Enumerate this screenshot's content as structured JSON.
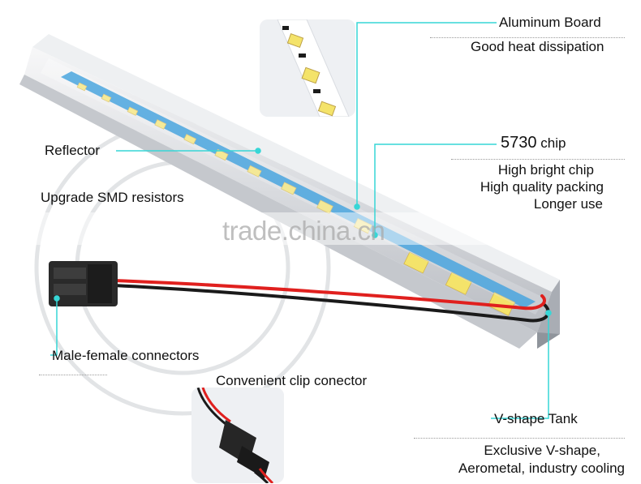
{
  "labels": {
    "aluminum_board": "Aluminum Board",
    "good_heat": "Good heat dissipation",
    "reflector": "Reflector",
    "chip_number": "5730",
    "chip_word": "chip",
    "high_bright": "High bright chip",
    "high_quality": "High quality packing",
    "longer_use": "Longer use",
    "upgrade_smd": "Upgrade SMD resistors",
    "male_female": "Male-female connectors",
    "clip_connector": "Convenient clip conector",
    "v_shape_tank": "V-shape Tank",
    "exclusive_v": "Exclusive V-shape,",
    "aerometal": "Aerometal, industry cooling"
  },
  "watermark": "trade.china.cn",
  "colors": {
    "leader_line": "#37d6d6",
    "wire_red": "#e0201e",
    "wire_black": "#1a1a1a",
    "pcb_blue": "#1e8fd6",
    "led_yellow": "#f4e36a"
  }
}
